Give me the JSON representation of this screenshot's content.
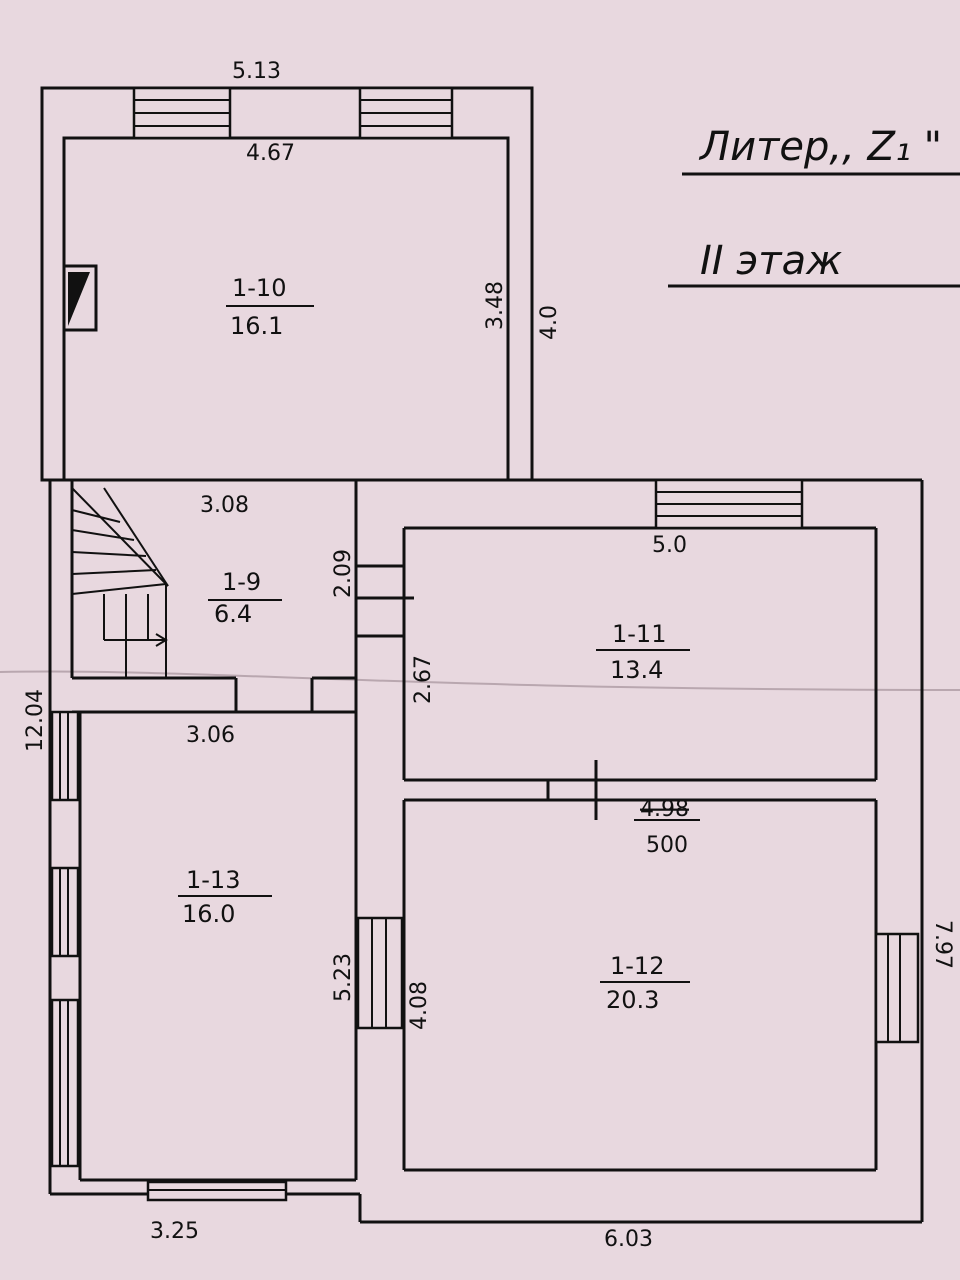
{
  "title": {
    "liter": "Литер,, Z₁ \"",
    "floor": "II этаж"
  },
  "rooms": [
    {
      "id": "1-10",
      "area": "16.1"
    },
    {
      "id": "1-9",
      "area": "6.4"
    },
    {
      "id": "1-11",
      "area": "13.4"
    },
    {
      "id": "1-13",
      "area": "16.0"
    },
    {
      "id": "1-12",
      "area": "20.3"
    }
  ],
  "dimensions": {
    "top_outer": "5.13",
    "top_inner": "4.67",
    "room10_height": "3.48",
    "room10_outer_height": "4.0",
    "room9_width": "3.08",
    "room9_height": "2.09",
    "room11_width": "5.0",
    "room11_height": "2.67",
    "room13_width": "3.06",
    "room12_width_struck": "4.98",
    "room12_width": "500",
    "left_total": "12.04",
    "room13_height": "5.23",
    "room12_height": "4.08",
    "right_total": "7.97",
    "bottom_left": "3.25",
    "bottom_right": "6.03"
  }
}
